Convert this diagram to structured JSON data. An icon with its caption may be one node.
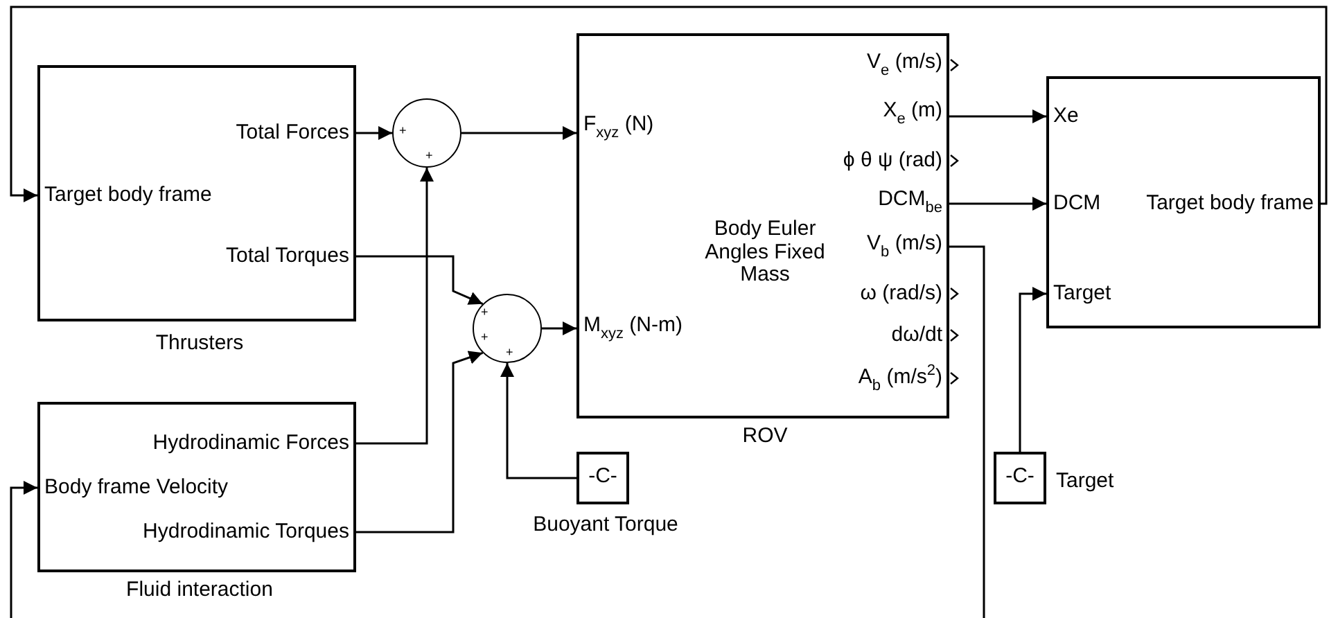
{
  "diagram": {
    "nodes": [
      {
        "text": [
          "Total Forces",
          "Target body frame",
          "Total Torques"
        ],
        "beside": [
          "Thrusters"
        ]
      },
      {
        "text": [
          "Hydrodinamic Forces",
          "Body frame Velocity",
          "Hydrodinamic Torques"
        ],
        "beside": [
          "Fluid interaction"
        ]
      },
      {
        "text": [
          "+",
          "+"
        ]
      },
      {
        "text": [
          "+",
          "+",
          "+"
        ]
      },
      {
        "text": [
          "F$_{xyz}$  (N)",
          "M$_{xyz}$  (N-m)",
          "Body Euler Angles Fixed Mass",
          "V$_{e}$ (m/s)",
          "X$_{e}$ (m)",
          "ϕ θ ψ (rad)",
          "DCM$_{be}$",
          "V$_{b}$ (m/s)",
          "ω (rad/s)",
          "dω/dt",
          "A$_{b}$ (m/s$^{2}$)"
        ],
        "beside": [
          "ROV"
        ]
      },
      {
        "text": [
          "-C-"
        ],
        "beside": [
          "Buoyant Torque"
        ]
      },
      {
        "text": [
          "Xe",
          "DCM",
          "Target body frame",
          "Target"
        ]
      },
      {
        "text": [
          "-C-"
        ],
        "beside": [
          "Target"
        ]
      }
    ],
    "edges": [
      {
        "from": 0,
        "to": 2,
        "arrow": "to"
      },
      {
        "from": 0,
        "to": 3,
        "arrow": "to"
      },
      {
        "from": 1,
        "to": 2,
        "arrow": "to"
      },
      {
        "from": 1,
        "to": 3,
        "arrow": "to"
      },
      {
        "from": 5,
        "to": 3,
        "arrow": "to"
      },
      {
        "from": 2,
        "to": 4,
        "arrow": "to"
      },
      {
        "from": 3,
        "to": 4,
        "arrow": "to"
      },
      {
        "from": 4,
        "to": 6,
        "arrow": "to"
      },
      {
        "from": 4,
        "to": 6,
        "arrow": "to"
      },
      {
        "from": 7,
        "to": 6,
        "arrow": "to"
      },
      {
        "from": 6,
        "to": 0,
        "arrow": "to"
      },
      {
        "from": 4,
        "to": 1,
        "arrow": "to"
      }
    ]
  }
}
